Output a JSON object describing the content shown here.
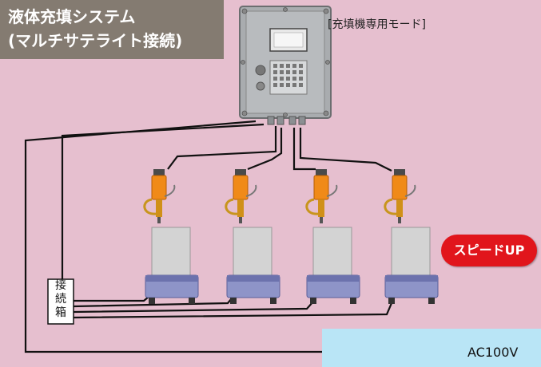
{
  "title": {
    "line1": "液体充填システム",
    "line2": "(マルチサテライト接続)"
  },
  "controller": {
    "mode_label": "[充填機専用モード]"
  },
  "junction_box": {
    "chars": [
      "接",
      "続",
      "箱"
    ]
  },
  "badge": {
    "label": "スピードUP",
    "color": "#e1151c"
  },
  "power": {
    "label": "AC100V",
    "icon": "plug-icon"
  },
  "stations": {
    "count": 4
  }
}
